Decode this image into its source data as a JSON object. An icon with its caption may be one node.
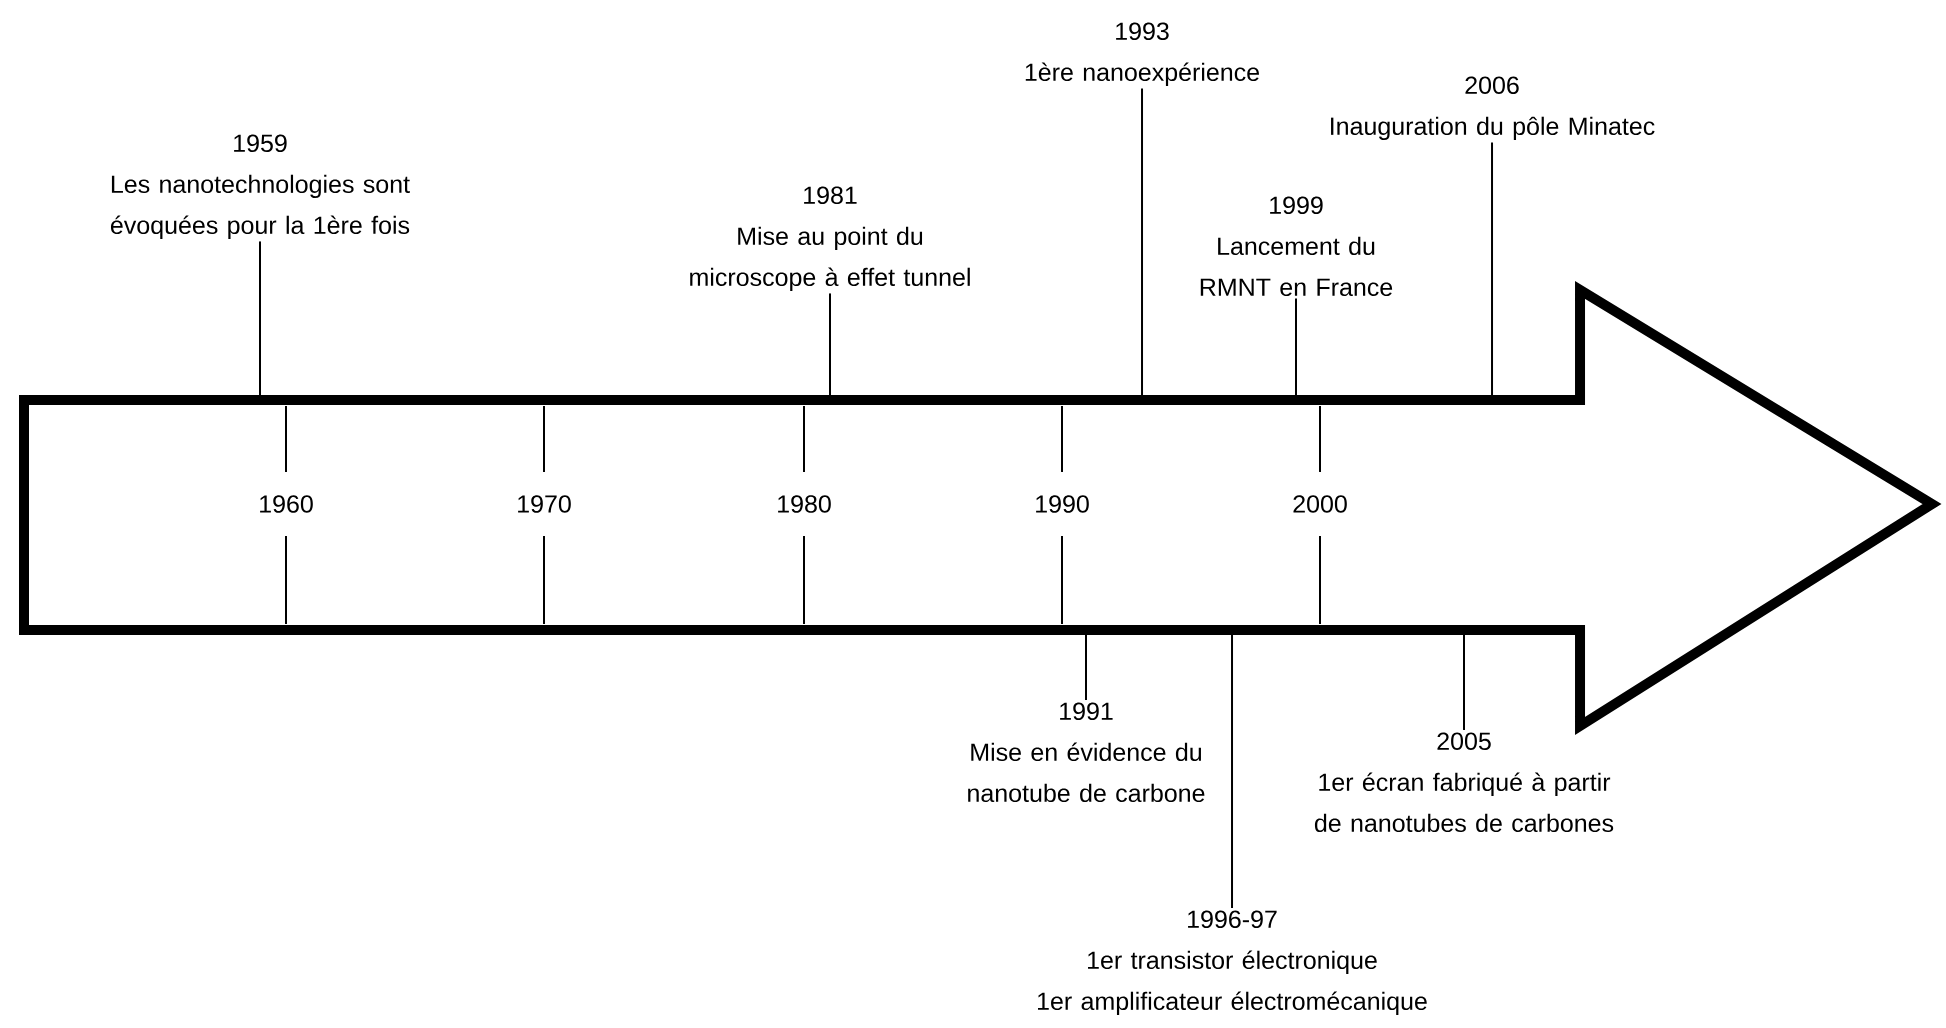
{
  "diagram": {
    "nodes": [
      {
        "text": [],
        "shape": "arrow"
      },
      {
        "text": [
          "1959",
          "Les nanotechnologies sont évoquées pour la 1ère fois"
        ]
      },
      {
        "text": [
          "1981",
          "Mise au point du microscope à effet tunnel"
        ]
      },
      {
        "text": [
          "1993",
          "1ère nanoexpérience"
        ]
      },
      {
        "text": [
          "1999",
          "Lancement du RMNT en France"
        ]
      },
      {
        "text": [
          "2006",
          "Inauguration du pôle Minatec"
        ]
      },
      {
        "text": [
          "1991",
          "Mise en évidence du nanotube de carbone"
        ]
      },
      {
        "text": [
          "1996-97",
          "1er transistor électronique",
          "1er amplificateur électromécanique"
        ]
      },
      {
        "text": [
          "2005",
          "1er écran fabriqué à partir de nanotubes de carbones"
        ]
      }
    ],
    "edges": [
      {
        "from": 1,
        "to": 0,
        "arrow": "none"
      },
      {
        "from": 2,
        "to": 0,
        "arrow": "none"
      },
      {
        "from": 3,
        "to": 0,
        "arrow": "none"
      },
      {
        "from": 4,
        "to": 0,
        "arrow": "none"
      },
      {
        "from": 5,
        "to": 0,
        "arrow": "none"
      },
      {
        "from": 6,
        "to": 0,
        "arrow": "none"
      },
      {
        "from": 7,
        "to": 0,
        "arrow": "none"
      },
      {
        "from": 8,
        "to": 0,
        "arrow": "none"
      }
    ],
    "labels": [
      "1960",
      "1970",
      "1980",
      "1990",
      "2000"
    ]
  }
}
